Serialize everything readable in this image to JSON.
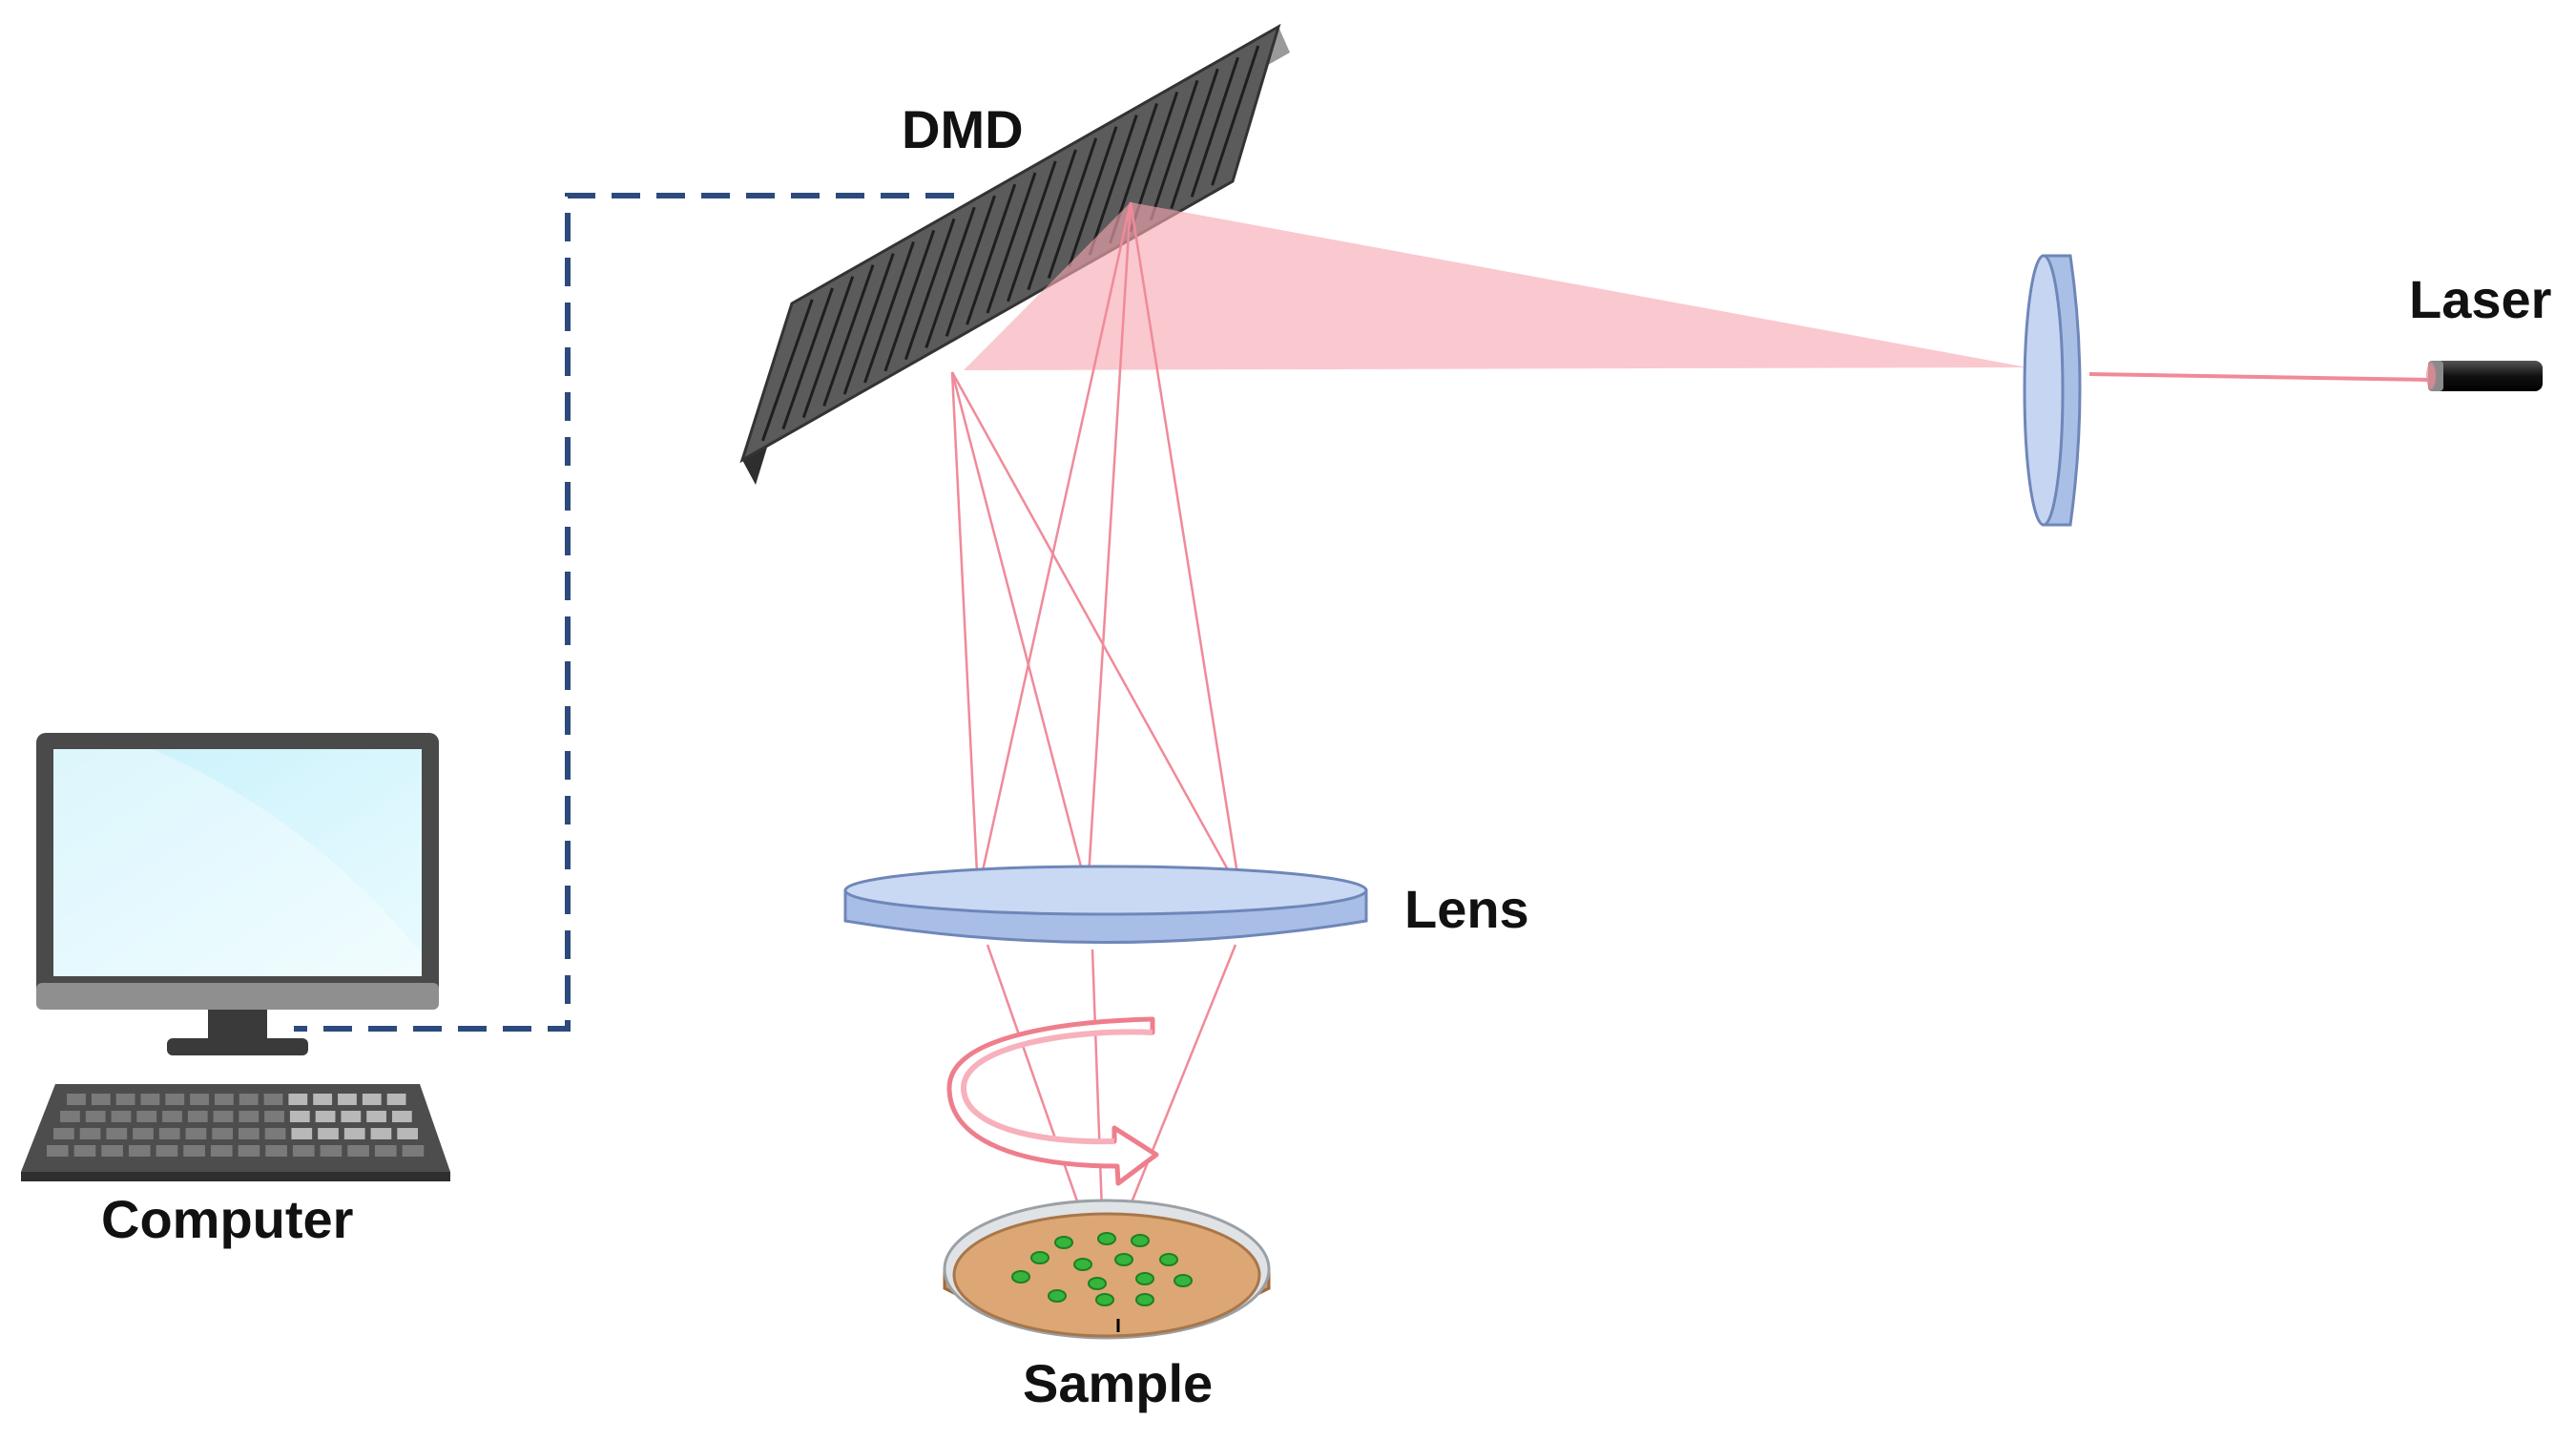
{
  "labels": {
    "dmd": "DMD",
    "laser": "Laser",
    "lens": "Lens",
    "computer": "Computer",
    "sample": "Sample"
  },
  "colors": {
    "beam": "#f7a6b2",
    "beam_line": "#f08a99",
    "lens_fill": "#bcd0ee",
    "lens_stroke": "#7e95c2",
    "dmd_face": "#5b5b5b",
    "cable": "#2d4a7c",
    "dish_medium": "#dca774",
    "colony": "#35b53b",
    "arrow": "#ef7e8c"
  },
  "icons": {
    "computer": "desktop-computer-icon",
    "laser": "laser-pointer-icon",
    "sample": "petri-dish-icon",
    "rotation": "rotation-arrow-icon"
  }
}
